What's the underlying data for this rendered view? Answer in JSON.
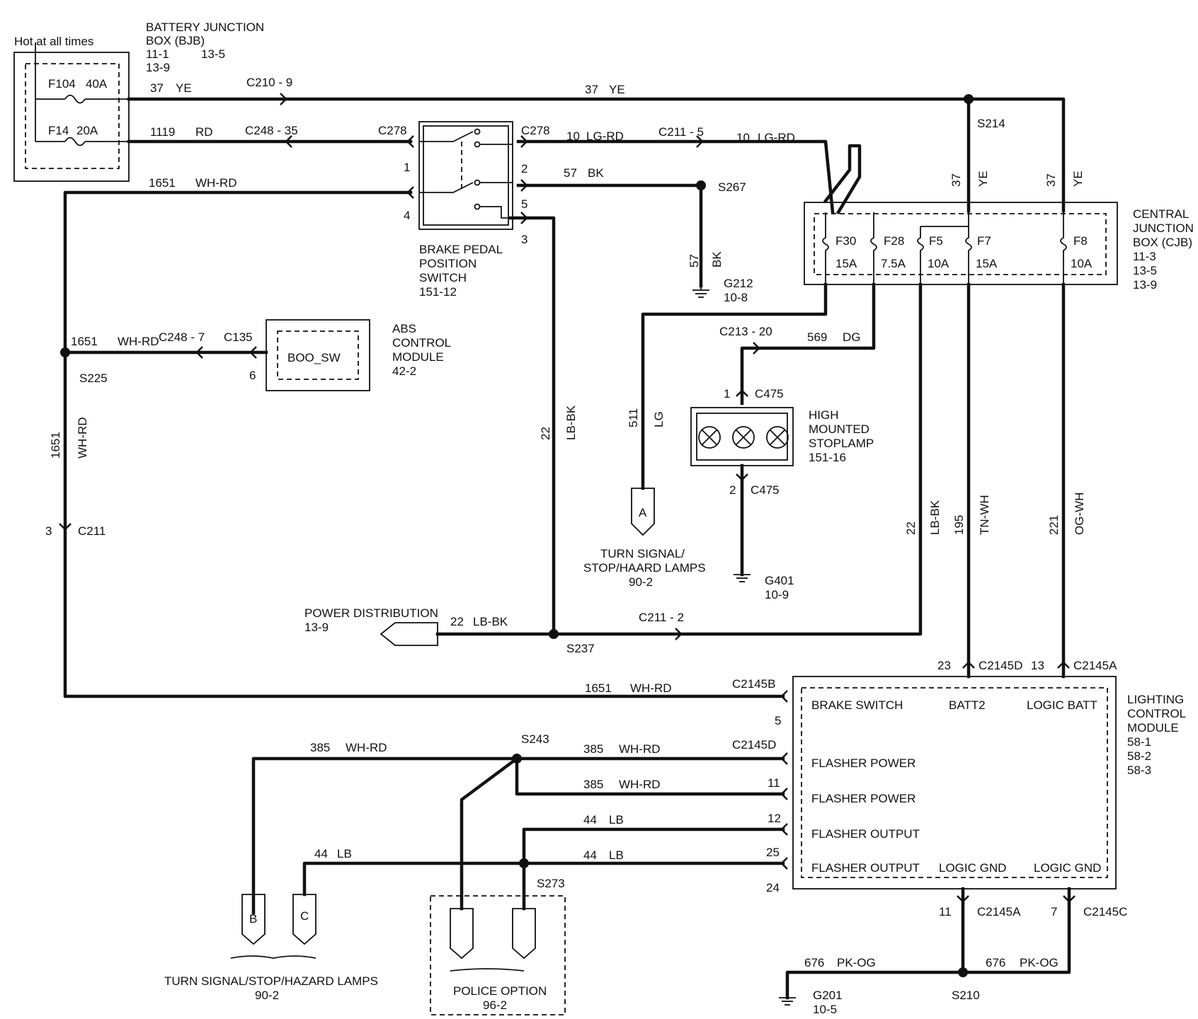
{
  "bjb": {
    "hot": "Hot at all times",
    "title1": "BATTERY  JUNCTION",
    "title2": "BOX (BJB)",
    "ref1": "11-1",
    "ref2": "13-5",
    "ref3": "13-9",
    "f104": "F104",
    "f104_amp": "40A",
    "f14": "F14",
    "f14_amp": "20A"
  },
  "circuits": {
    "c37": "37",
    "ye": "YE",
    "c1119": "1119",
    "rd": "RD",
    "c1651": "1651",
    "whrd": "WH-RD",
    "c10": "10",
    "lgrd": "LG-RD",
    "c57": "57",
    "bk": "BK",
    "c569": "569",
    "dg": "DG",
    "c511": "511",
    "lg": "LG",
    "c22": "22",
    "lbbk": "LB-BK",
    "c195": "195",
    "tnwh": "TN-WH",
    "c221": "221",
    "ogwh": "OG-WH",
    "c385": "385",
    "c44": "44",
    "lb": "LB",
    "c676": "676",
    "pkog": "PK-OG"
  },
  "connectors": {
    "c210_9": "C210 - 9",
    "c248_35": "C248 - 35",
    "c278": "C278",
    "c211_5": "C211 - 5",
    "c213_20": "C213 - 20",
    "c248_7": "C248 - 7",
    "c135": "C135",
    "c211": "C211",
    "c211_2": "C211 - 2",
    "c475": "C475",
    "c2145b": "C2145B",
    "c2145d": "C2145D",
    "c2145a": "C2145A",
    "c2145c": "C2145C"
  },
  "pins": {
    "p1": "1",
    "p2": "2",
    "p3": "3",
    "p4": "4",
    "p5": "5",
    "p6": "6",
    "p7": "7",
    "p11": "11",
    "p12": "12",
    "p13": "13",
    "p23": "23",
    "p24": "24",
    "p25": "25"
  },
  "splices": {
    "s214": "S214",
    "s267": "S267",
    "s225": "S225",
    "s237": "S237",
    "s243": "S243",
    "s273": "S273",
    "s210": "S210"
  },
  "grounds": {
    "g212": "G212",
    "g212_ref": "10-8",
    "g401": "G401",
    "g401_ref": "10-9",
    "g201": "G201",
    "g201_ref": "10-5"
  },
  "bpps": {
    "l1": "BRAKE PEDAL",
    "l2": "POSITION",
    "l3": "SWITCH",
    "ref": "151-12"
  },
  "abs": {
    "l1": "ABS",
    "l2": "CONTROL",
    "l3": "MODULE",
    "ref": "42-2",
    "inner": "BOO_SW"
  },
  "cjb": {
    "l1": "CENTRAL",
    "l2": "JUNCTION",
    "l3": "BOX (CJB)",
    "ref1": "11-3",
    "ref2": "13-5",
    "ref3": "13-9",
    "fuses": [
      {
        "name": "F30",
        "amp": "15A"
      },
      {
        "name": "F28",
        "amp": "7.5A"
      },
      {
        "name": "F5",
        "amp": "10A"
      },
      {
        "name": "F7",
        "amp": "15A"
      },
      {
        "name": "F8",
        "amp": "10A"
      }
    ]
  },
  "hmsl": {
    "l1": "HIGH",
    "l2": "MOUNTED",
    "l3": "STOPLAMP",
    "ref": "151-16"
  },
  "turn_a": {
    "letter": "A",
    "l1": "TURN SIGNAL/",
    "l2": "STOP/HAARD LAMPS",
    "ref": "90-2"
  },
  "power_dist": {
    "label": "POWER DISTRIBUTION",
    "ref": "13-9"
  },
  "lcm": {
    "l1": "LIGHTING",
    "l2": "CONTROL",
    "l3": "MODULE",
    "ref1": "58-1",
    "ref2": "58-2",
    "ref3": "58-3",
    "brake_switch": "BRAKE SWITCH",
    "batt2": "BATT2",
    "logic_batt": "LOGIC BATT",
    "flasher_power": "FLASHER POWER",
    "flasher_output": "FLASHER OUTPUT",
    "logic_gnd": "LOGIC GND"
  },
  "turn_bc": {
    "b": "B",
    "c": "C",
    "label": "TURN SIGNAL/STOP/HAZARD LAMPS",
    "ref": "90-2"
  },
  "police": {
    "label": "POLICE OPTION",
    "ref": "96-2"
  }
}
